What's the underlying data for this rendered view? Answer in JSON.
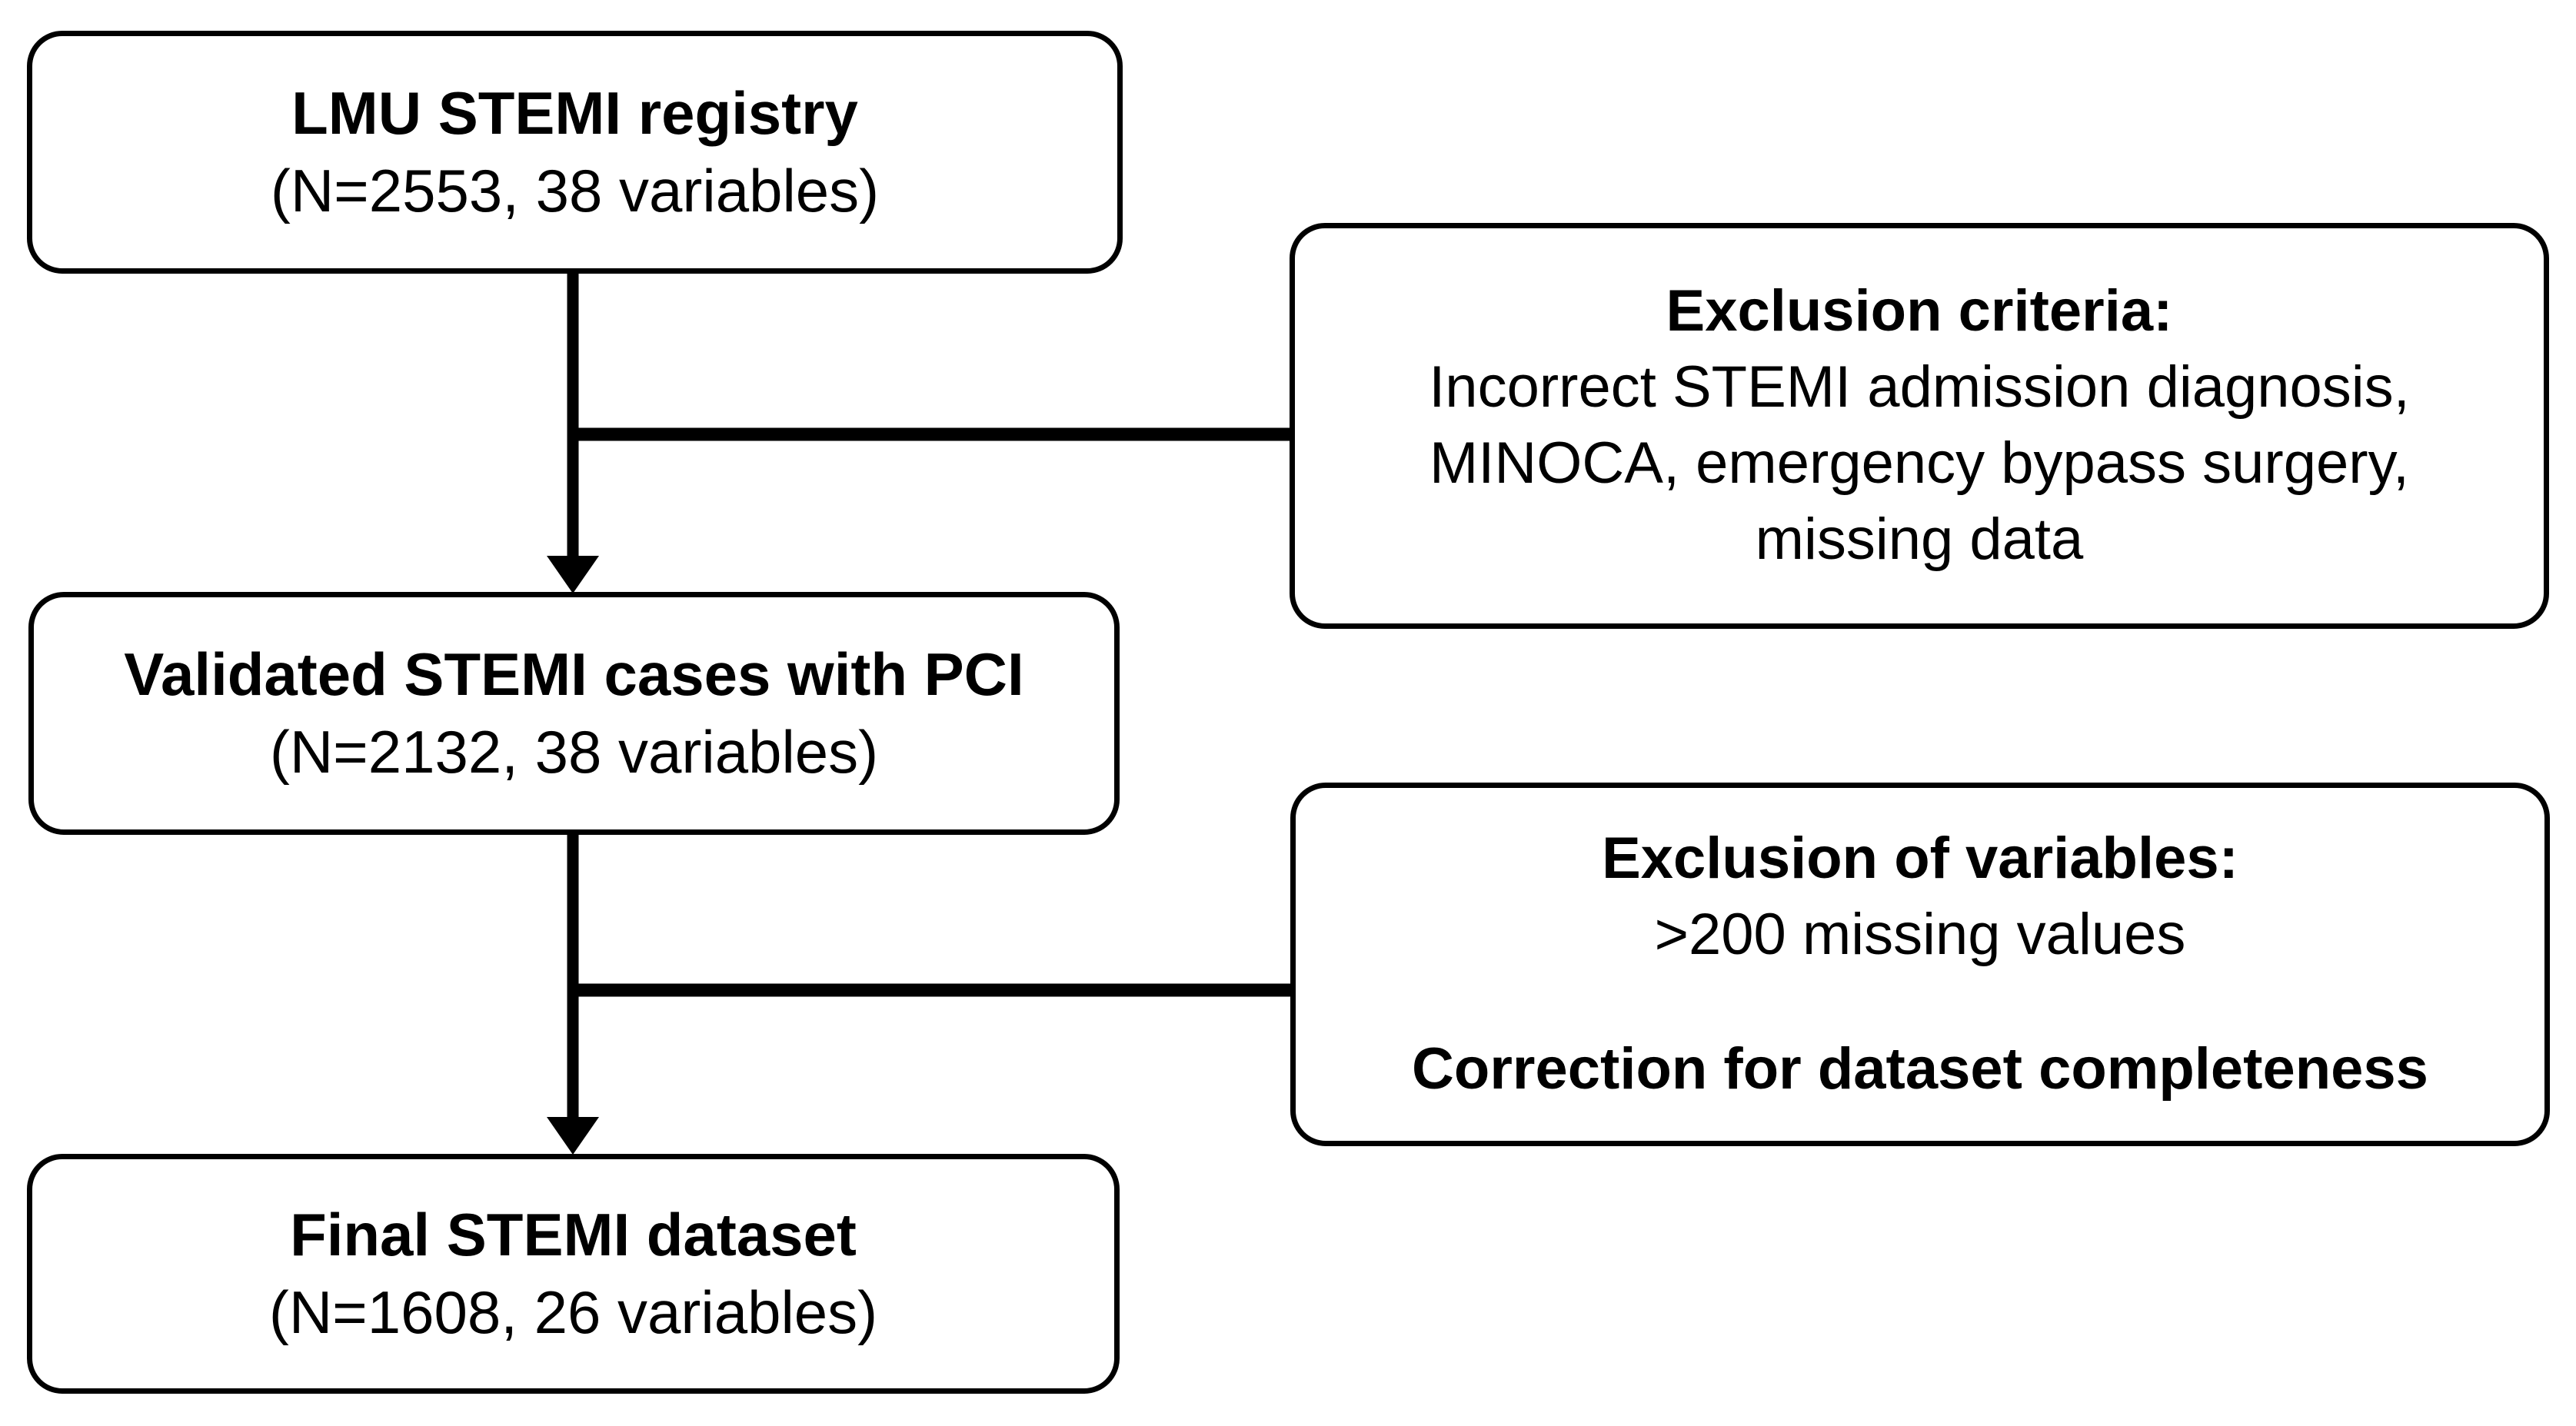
{
  "diagram": {
    "title": "STEMI registry dataset derivation flowchart",
    "background_color": "#ffffff",
    "stroke_color": "#000000",
    "text_color": "#000000"
  },
  "nodes": {
    "registry": {
      "heading": "LMU STEMI registry",
      "detail": "(N=2553, 38 variables)",
      "n": 2553,
      "variables": 38
    },
    "validated": {
      "heading": "Validated STEMI cases with PCI",
      "detail": "(N=2132, 38 variables)",
      "n": 2132,
      "variables": 38
    },
    "final": {
      "heading": "Final STEMI dataset",
      "detail": "(N=1608, 26 variables)",
      "n": 1608,
      "variables": 26
    },
    "exclusion_criteria": {
      "heading": "Exclusion criteria:",
      "line1": "Incorrect STEMI admission diagnosis,",
      "line2": "MINOCA, emergency bypass surgery,",
      "line3": "missing data"
    },
    "exclusion_variables": {
      "heading": "Exclusion of variables:",
      "line1": ">200 missing values",
      "line2": "Correction for dataset completeness"
    }
  },
  "connectors": [
    {
      "name": "registry-to-validated",
      "from": "registry",
      "to": "validated",
      "type": "arrow-down"
    },
    {
      "name": "exclusion-criteria-branch",
      "from": "registry-to-validated",
      "to": "exclusion_criteria",
      "type": "line-horizontal"
    },
    {
      "name": "validated-to-final",
      "from": "validated",
      "to": "final",
      "type": "arrow-down"
    },
    {
      "name": "exclusion-variables-branch",
      "from": "validated-to-final",
      "to": "exclusion_variables",
      "type": "line-horizontal"
    }
  ]
}
